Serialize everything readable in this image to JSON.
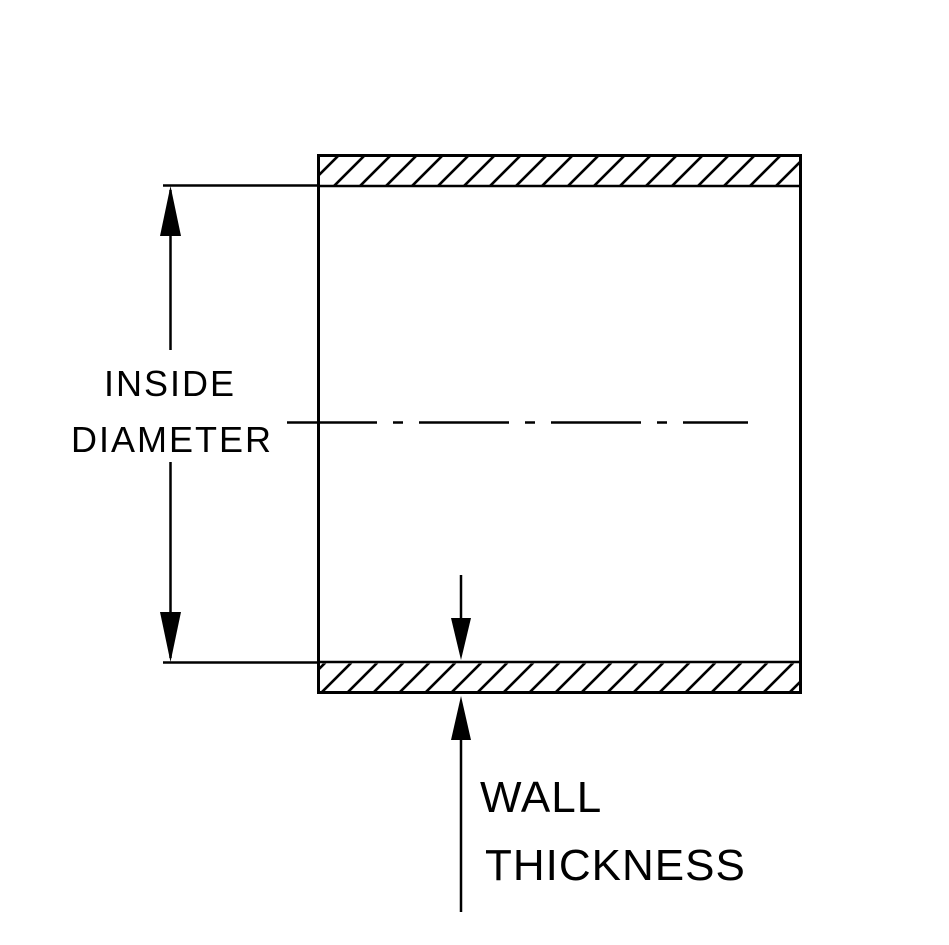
{
  "diagram": {
    "type": "technical-drawing",
    "labels": {
      "inside_diameter": {
        "line1": "INSIDE",
        "line2": "DIAMETER"
      },
      "wall_thickness": {
        "line1": "WALL",
        "line2": "THICKNESS"
      }
    },
    "colors": {
      "line": "#000000",
      "background": "#ffffff"
    }
  }
}
